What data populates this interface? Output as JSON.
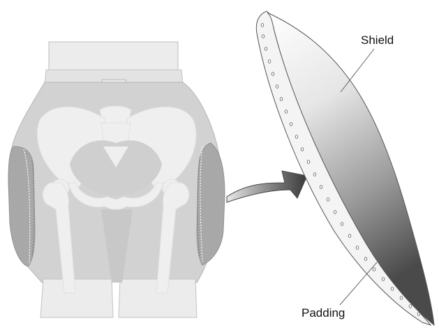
{
  "labels": {
    "shield": "Shield",
    "padding": "Padding"
  },
  "icons": {
    "hip-protector-garment": "hip-protector-garment-illustration",
    "pelvis": "pelvis-skeleton",
    "arrow": "curved-arrow",
    "shield": "shield-with-padding"
  },
  "colors": {
    "garment": "#d2d2d2",
    "garment_dark": "#b9b9b9",
    "waistband": "#ececec",
    "bone": "#efefef",
    "pad": "#a9a9a9",
    "shield_light": "#ffffff",
    "shield_dark": "#4a4a4a",
    "outline": "#555555"
  }
}
